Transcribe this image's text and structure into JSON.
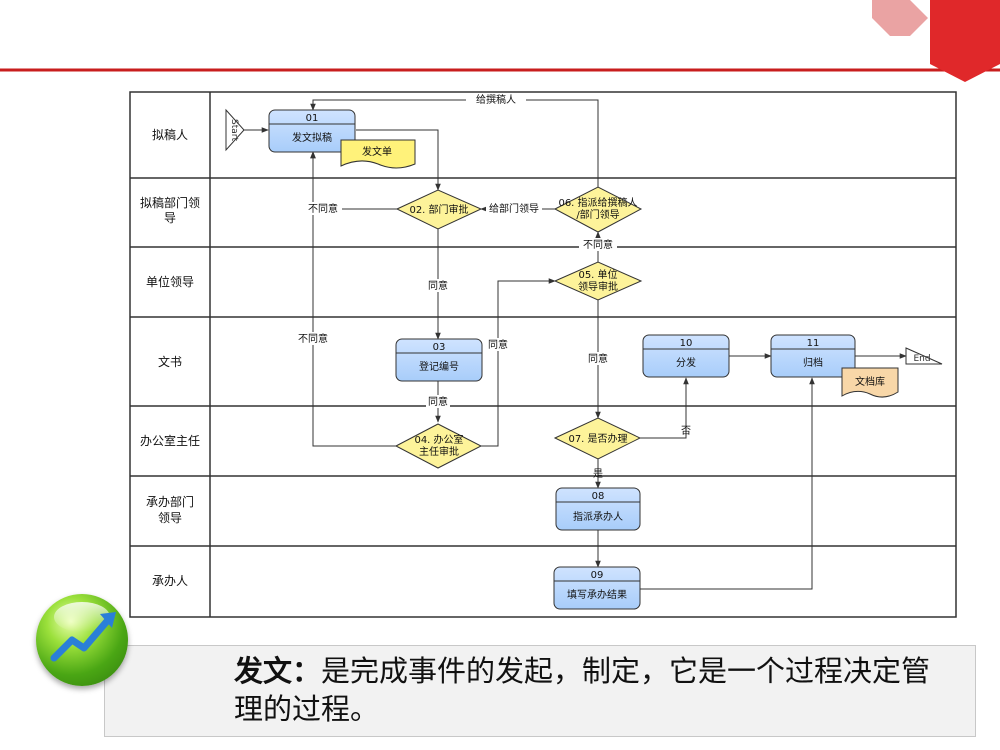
{
  "colors": {
    "accent_red": "#c81e1e",
    "hex_red": "#e0282a",
    "process_fill": "#a8cdfa",
    "process_header": "#7fb4f3",
    "decision_fill": "#fdf39a",
    "doc_fill": "#fff27a",
    "store_fill": "#f8d7a8"
  },
  "lanes": [
    {
      "label": "拟稿人"
    },
    {
      "label": "拟稿部门领导"
    },
    {
      "label": "单位领导"
    },
    {
      "label": "文书"
    },
    {
      "label": "办公室主任"
    },
    {
      "label": "承办部门领导"
    },
    {
      "label": "承办人"
    }
  ],
  "start": "Start",
  "end": "End",
  "processes": [
    {
      "id": "01",
      "label": "发文拟稿"
    },
    {
      "id": "03",
      "label": "登记编号"
    },
    {
      "id": "10",
      "label": "分发"
    },
    {
      "id": "11",
      "label": "归档"
    },
    {
      "id": "08",
      "label": "指派承办人"
    },
    {
      "id": "09",
      "label": "填写承办结果"
    }
  ],
  "decisions": [
    {
      "label1": "02. 部门审批",
      "label2": ""
    },
    {
      "label1": "06. 指派给撰稿人",
      "label2": "/部门领导"
    },
    {
      "label1": "05. 单位",
      "label2": "领导审批"
    },
    {
      "label1": "04. 办公室",
      "label2": "主任审批"
    },
    {
      "label1": "07. 是否办理",
      "label2": ""
    }
  ],
  "documents": {
    "doc": "发文单",
    "store": "文档库"
  },
  "edge_labels": {
    "to_writer": "给撰稿人",
    "reject1": "不同意",
    "to_dept_leader": "给部门领导",
    "reject2": "不同意",
    "agree1": "同意",
    "reject3": "不同意",
    "agree2": "同意",
    "agree3": "同意",
    "agree4": "同意",
    "no": "否",
    "yes": "是"
  },
  "caption": {
    "bold": "发文：",
    "rest": "是完成事件的发起，制定，它是一个过程决定管理的过程。"
  }
}
